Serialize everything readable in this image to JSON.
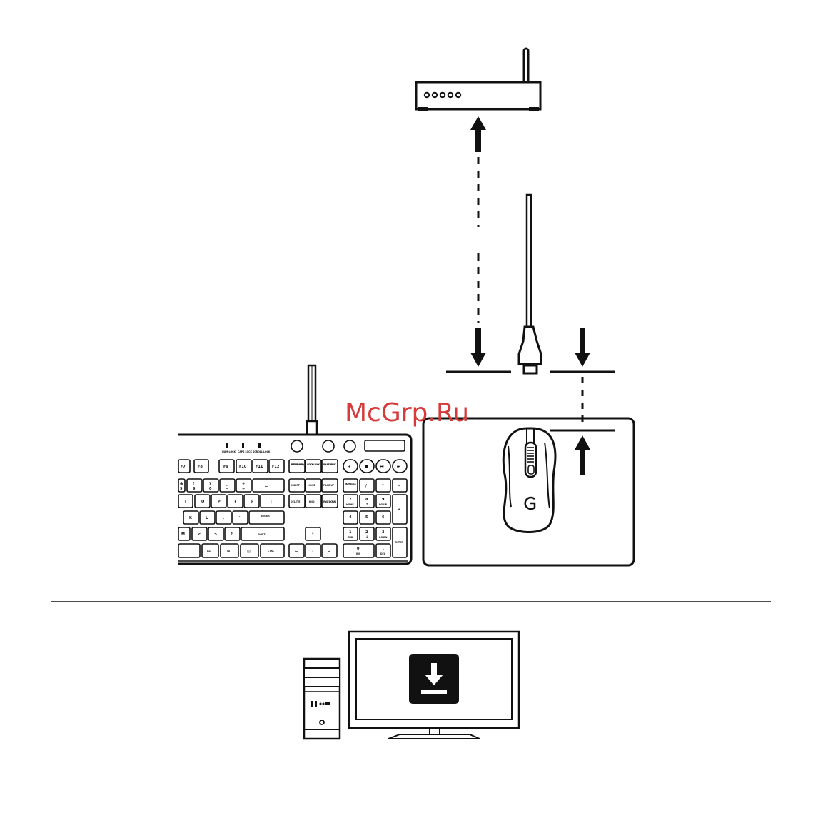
{
  "watermark": "McGrp.Ru",
  "keyboard": {
    "indicators": [
      "NUM LOCK",
      "CAPS LOCK",
      "SCROLL LOCK"
    ],
    "fkeys": [
      "F7",
      "F8",
      "F9",
      "F10",
      "F11",
      "F12"
    ],
    "nav_top": [
      "PRINT SCREEN SYSRQ",
      "SCROLL LOCK",
      "PAUSE BREAK"
    ],
    "nav_mid": [
      "INSERT",
      "HOME",
      "PAGE UP"
    ],
    "nav_bot": [
      "DELETE",
      "END",
      "PAGE DOWN"
    ],
    "row_num": [
      "&",
      "(",
      ")",
      "_",
      "+",
      "←"
    ],
    "row_num_sub": [
      "9",
      "9",
      "0",
      "-",
      "="
    ],
    "row_q": [
      "I",
      "O",
      "P",
      "{",
      "}",
      "|"
    ],
    "row_a": [
      "K",
      "L",
      ";",
      "'",
      "ENTER"
    ],
    "row_z": [
      "M",
      "<",
      ">",
      "?",
      "SHIFT"
    ],
    "row_space": [
      "ALT",
      "⊞",
      "▤",
      "CTRL"
    ],
    "numpad_top": [
      "NUM LOCK",
      "/",
      "*",
      "−"
    ],
    "numpad_1": [
      "7",
      "8",
      "9",
      "+"
    ],
    "numpad_1_sub": [
      "HOME",
      "↑",
      "PG UP"
    ],
    "numpad_2": [
      "4",
      "5",
      "6"
    ],
    "numpad_3": [
      "1",
      "2",
      "3",
      "ENTER"
    ],
    "numpad_3_sub": [
      "END",
      "↓",
      "PG DN"
    ],
    "numpad_4": [
      "0",
      "."
    ],
    "numpad_4_sub": [
      "INS",
      "DEL"
    ],
    "arrows": [
      "↑",
      "←",
      "↓",
      "→"
    ],
    "media": [
      "⏯",
      "■",
      "⏮",
      "⏭"
    ]
  },
  "icons": [
    "router-icon",
    "up-arrow-icon",
    "down-arrow-icon",
    "usb-cable-icon",
    "mouse-icon",
    "logitech-g-logo-icon",
    "download-icon",
    "pc-tower-icon",
    "monitor-icon"
  ]
}
